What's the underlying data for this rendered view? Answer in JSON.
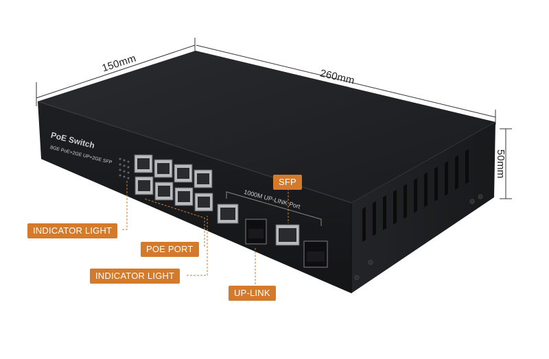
{
  "dimensions": {
    "depth": "150mm",
    "width": "260mm",
    "height": "50mm"
  },
  "device": {
    "brand_label": "PoE Switch",
    "spec_label": "8GE PoE+2GE UP+2GE SFP",
    "uplink_label": "1000M  UP-LINK Port"
  },
  "callouts": {
    "indicator_light_left": "INDICATOR LIGHT",
    "poe_port": "POE PORT",
    "indicator_light_bottom": "INDICATOR LIGHT",
    "sfp": "SFP",
    "up_link": "UP-LINK"
  },
  "colors": {
    "callout_bg": "#d47a2b",
    "callout_line": "#d47a2b",
    "chassis": "#1c1d20"
  }
}
